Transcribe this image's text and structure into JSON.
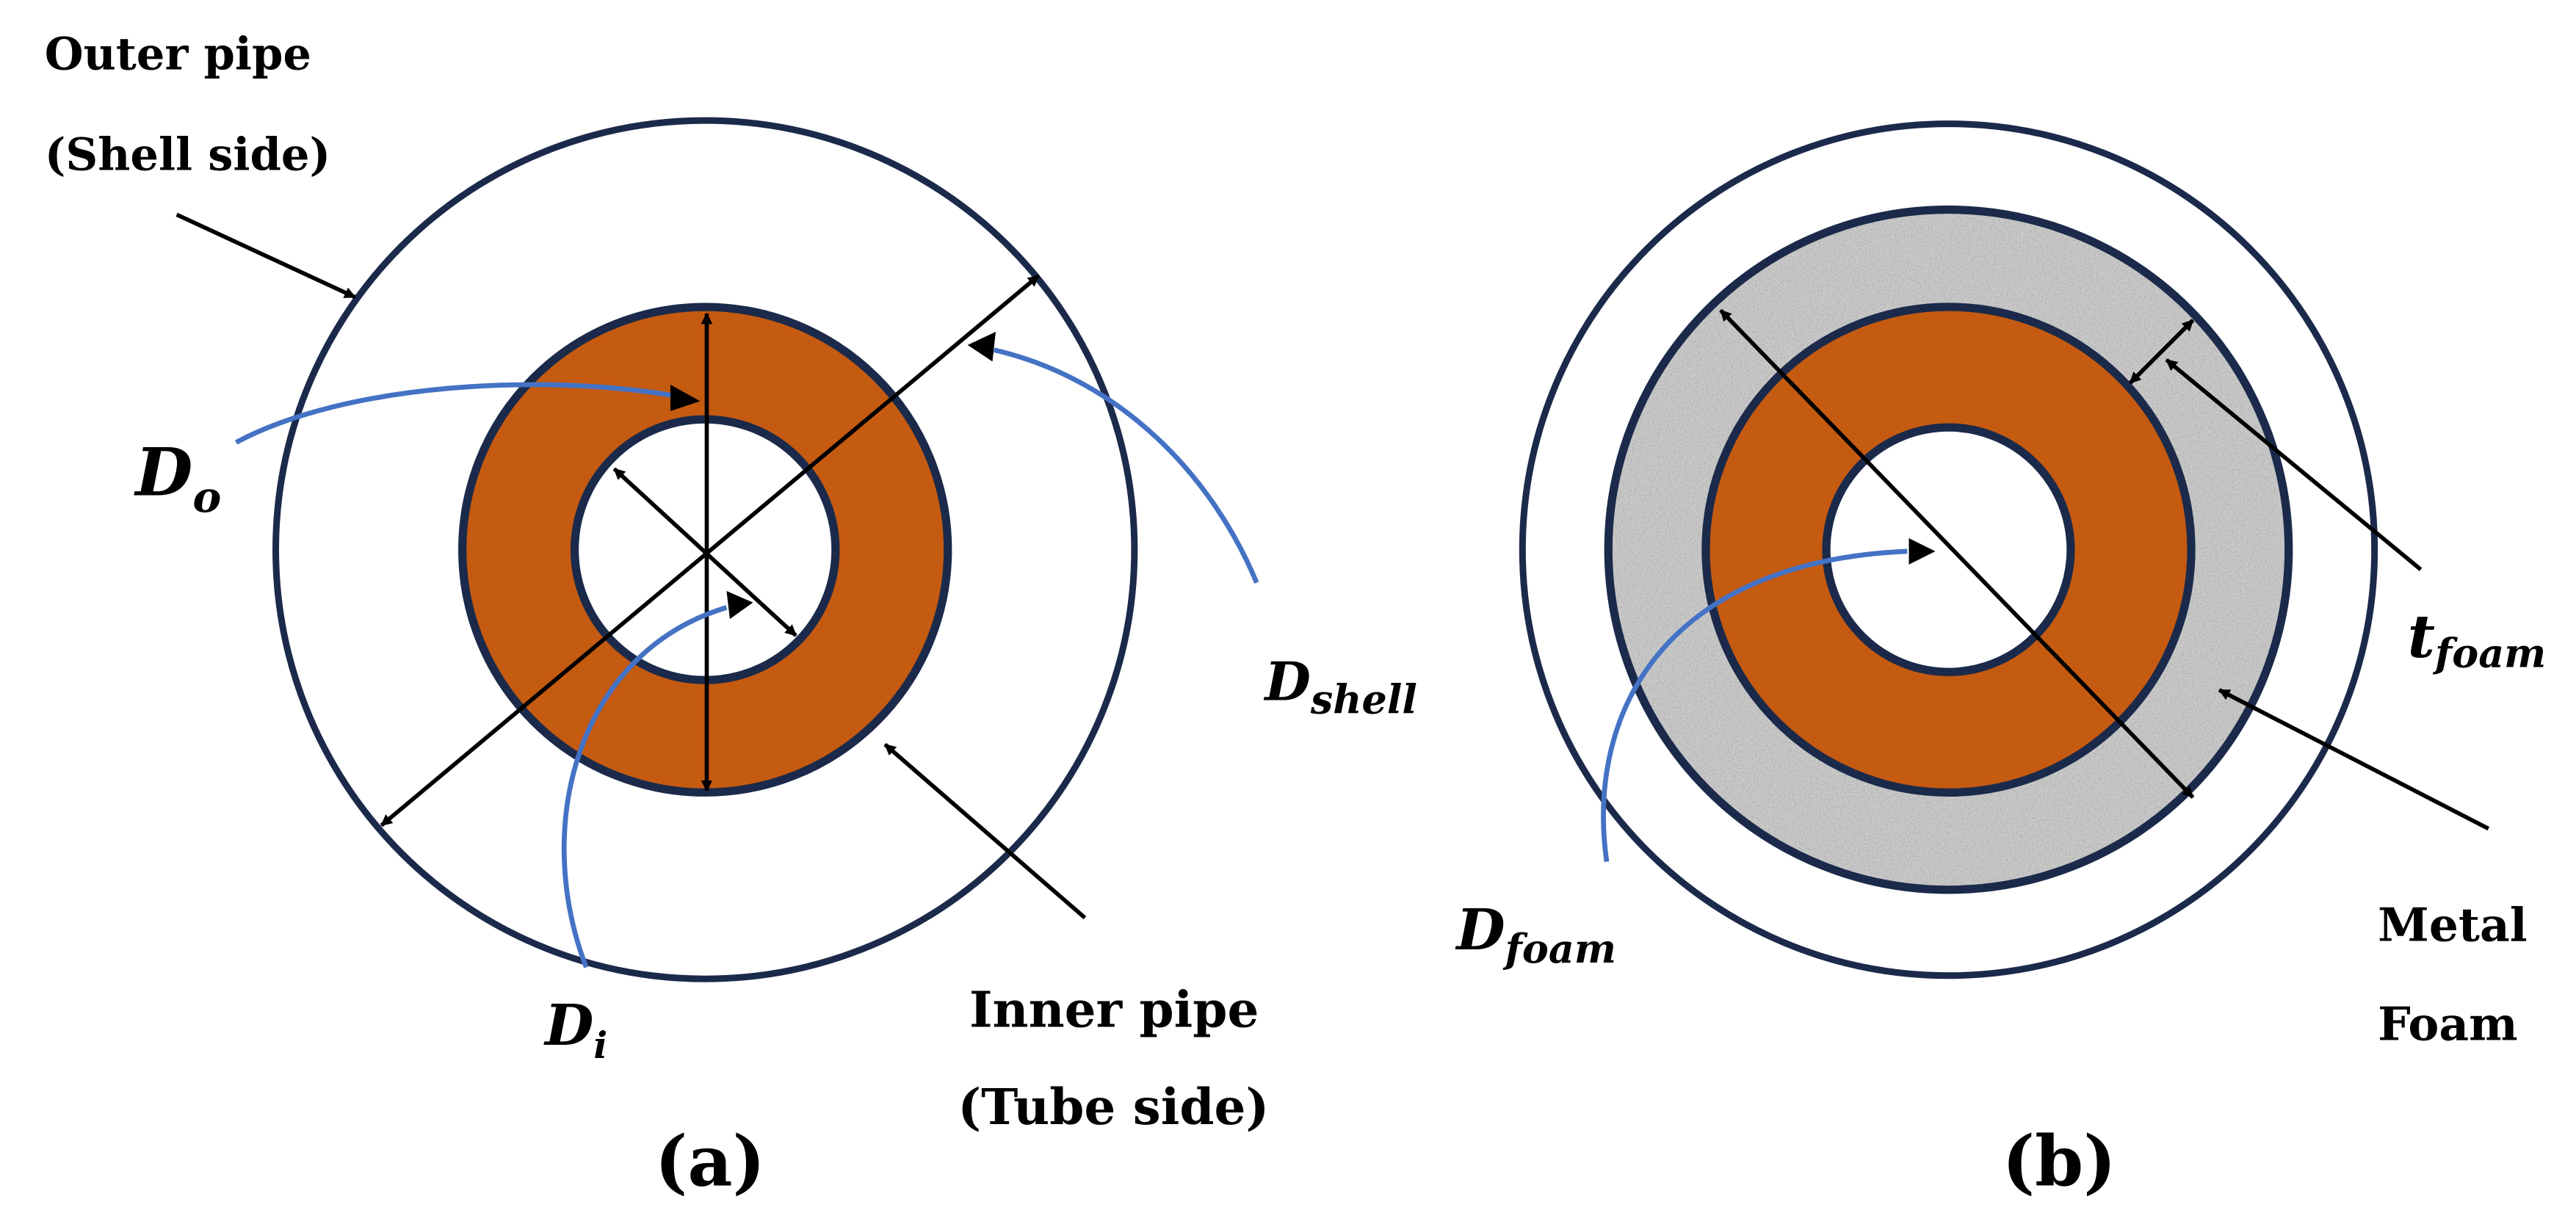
{
  "colors": {
    "ring_outline": "#1b2a4a",
    "inner_pipe": "#c55a11",
    "foam": "#b8b8b8",
    "leader_line": "#4472c4",
    "arrow": "#000000",
    "background": "#ffffff"
  },
  "panel_a": {
    "caption": "(a)",
    "outer_pipe_label": "Outer pipe",
    "outer_pipe_sublabel": "(Shell side)",
    "inner_pipe_label": "Inner pipe",
    "inner_pipe_sublabel": "(Tube side)",
    "d_o": {
      "main": "D",
      "sub": "o"
    },
    "d_i": {
      "main": "D",
      "sub": "i"
    },
    "d_shell": {
      "main": "D",
      "sub": "shell"
    }
  },
  "panel_b": {
    "caption": "(b)",
    "metal_foam_label_1": "Metal",
    "metal_foam_label_2": "Foam",
    "d_foam": {
      "main": "D",
      "sub": "foam"
    },
    "t_foam": {
      "main": "t",
      "sub": "foam"
    }
  }
}
